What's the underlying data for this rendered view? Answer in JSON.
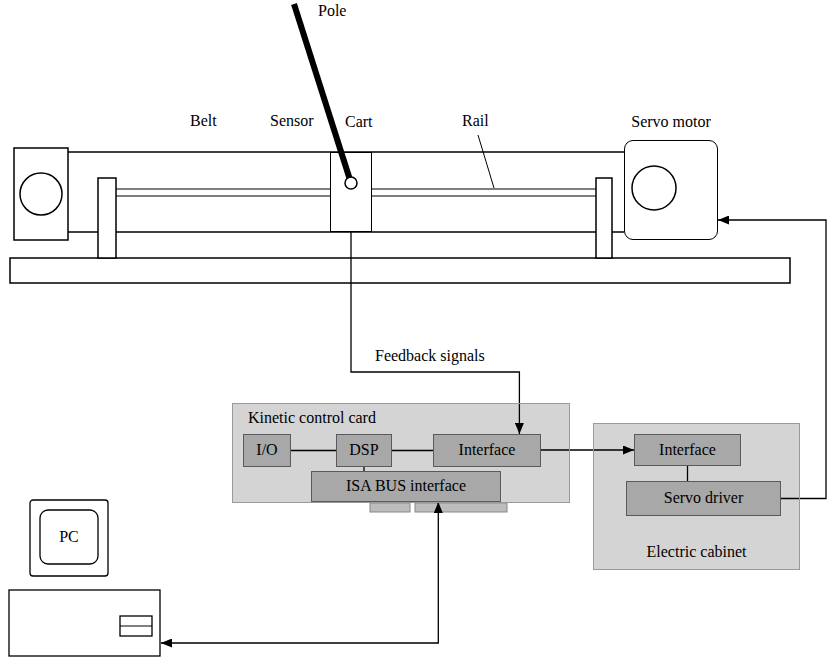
{
  "diagram": {
    "nodes": [
      {
        "text": [
          "Cart"
        ]
      },
      {
        "text": [
          "Servo motor"
        ]
      },
      {
        "text": [
          "Kinetic control card"
        ]
      },
      {
        "text": [
          "I/O"
        ],
        "in": 2
      },
      {
        "text": [
          "DSP"
        ],
        "in": 2
      },
      {
        "text": [
          "Interface"
        ],
        "in": 2
      },
      {
        "text": [
          "ISA BUS interface"
        ],
        "in": 2
      },
      {
        "text": [
          "Electric cabinet"
        ]
      },
      {
        "text": [
          "Interface"
        ],
        "in": 7
      },
      {
        "text": [
          "Servo driver"
        ],
        "in": 7
      },
      {
        "text": [
          "PC"
        ]
      }
    ],
    "edges": [
      {
        "from": 0,
        "to": 5,
        "arrow": "to",
        "label": "Feedback signals"
      },
      {
        "from": 3,
        "to": 4,
        "arrow": "none"
      },
      {
        "from": 4,
        "to": 5,
        "arrow": "none"
      },
      {
        "from": 4,
        "to": 6,
        "arrow": "none"
      },
      {
        "from": 5,
        "to": 8,
        "arrow": "to"
      },
      {
        "from": 8,
        "to": 9,
        "arrow": "none"
      },
      {
        "from": 9,
        "to": 1,
        "arrow": "to"
      },
      {
        "from": 6,
        "to": 10,
        "arrow": "both"
      }
    ],
    "labels": [
      "Pole",
      "Belt",
      "Sensor",
      "Rail"
    ]
  }
}
